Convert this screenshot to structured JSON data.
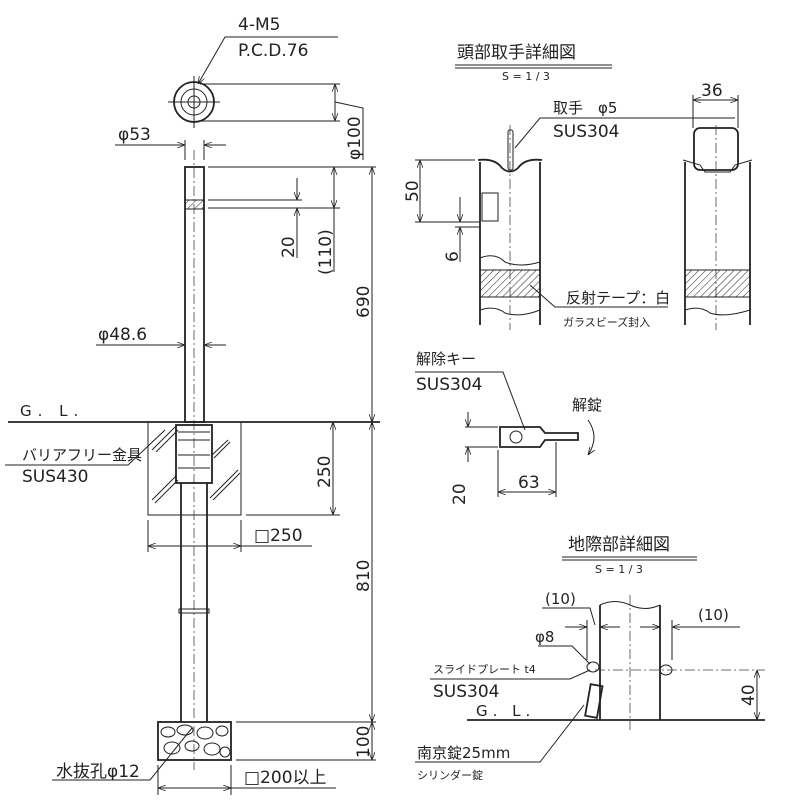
{
  "main_view": {
    "head_holes": "4-M5",
    "pcd": "P.C.D.76",
    "head_diameter": "φ100",
    "top_diameter": "φ53",
    "pipe_diameter": "φ48.6",
    "band_height": "20",
    "band_offset": "(110)",
    "height_above_ground": "690",
    "ground_level": "G. L.",
    "fitting_name": "バリアフリー金具",
    "fitting_material": "SUS430",
    "foundation_depth": "250",
    "foundation_size": "□250",
    "buried_length": "810",
    "gravel_depth": "100",
    "drain_hole": "水抜孔φ12",
    "gravel_size": "□200以上"
  },
  "head_detail": {
    "title": "頭部取手詳細図",
    "scale": "S = 1 / 3",
    "handle_label": "取手　φ5",
    "handle_material": "SUS304",
    "dim_50": "50",
    "dim_6": "6",
    "dim_36": "36",
    "tape_label": "反射テープ：白",
    "tape_note": "ガラスビーズ封入"
  },
  "key_detail": {
    "label": "解除キー",
    "material": "SUS304",
    "unlock": "解錠",
    "dim_63": "63",
    "dim_20": "20"
  },
  "ground_detail": {
    "title": "地際部詳細図",
    "scale": "S = 1 / 3",
    "dim_left": "(10)",
    "dim_right": "(10)",
    "hole": "φ8",
    "plate_label": "スライドプレート t4",
    "plate_material": "SUS304",
    "ground_level": "G. L.",
    "dim_40": "40",
    "lock_label": "南京錠25mm",
    "lock_type": "シリンダー錠"
  }
}
